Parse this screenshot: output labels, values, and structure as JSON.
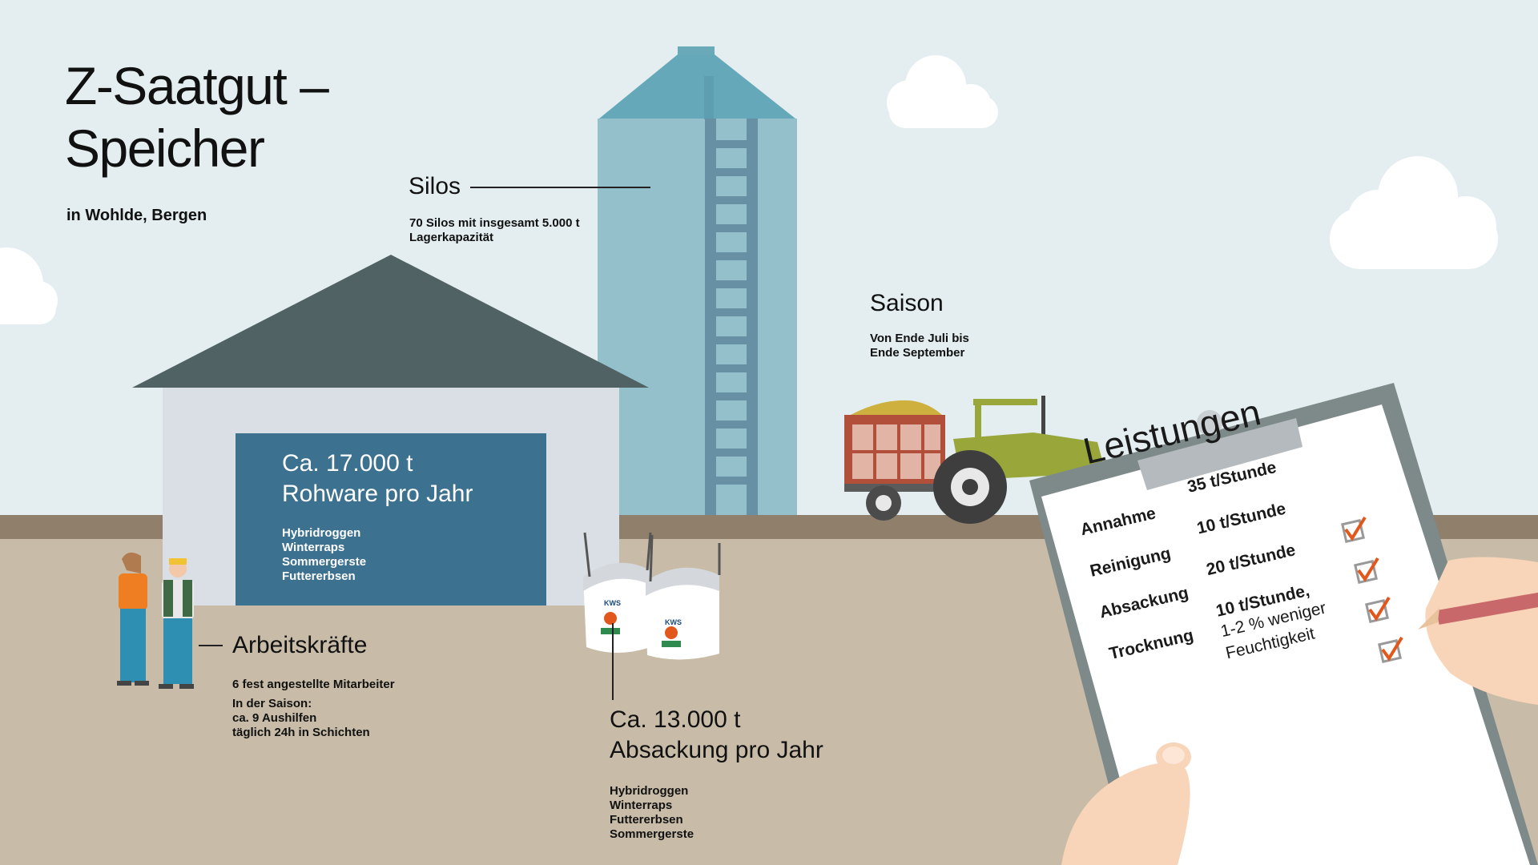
{
  "title": {
    "line1": "Z-Saatgut –",
    "line2": "Speicher"
  },
  "location": "in Wohlde, Bergen",
  "silos": {
    "heading": "Silos",
    "line1": "70 Silos mit insgesamt 5.000 t",
    "line2": "Lagerkapazität"
  },
  "saison": {
    "heading": "Saison",
    "line1": "Von Ende Juli bis",
    "line2": "Ende September"
  },
  "rohware": {
    "line1": "Ca. 17.000 t",
    "line2": "Rohware pro Jahr",
    "items": [
      "Hybridroggen",
      "Winterraps",
      "Sommergerste",
      "Futtererbsen"
    ]
  },
  "arbeitskraefte": {
    "heading": "Arbeitskräfte",
    "line1": "6 fest angestellte Mitarbeiter",
    "line2": "In der Saison:",
    "line3": "ca. 9 Aushilfen",
    "line4": "täglich 24h in Schichten"
  },
  "absackung": {
    "line1": "Ca. 13.000 t",
    "line2": "Absackung pro Jahr",
    "items": [
      "Hybridroggen",
      "Winterraps",
      "Futtererbsen",
      "Sommergerste"
    ]
  },
  "bag_label": "KWS",
  "leistungen": {
    "title": "Leistungen",
    "rows": [
      {
        "label": "Annahme",
        "value": "35 t/Stunde"
      },
      {
        "label": "Reinigung",
        "value": "10 t/Stunde"
      },
      {
        "label": "Absackung",
        "value": "20 t/Stunde"
      },
      {
        "label": "Trocknung",
        "value": "10 t/Stunde,",
        "note1": "1-2 % weniger",
        "note2": "Feuchtigkeit"
      }
    ]
  },
  "colors": {
    "sky": "#e4eef1",
    "ground": "#c8bca8",
    "warehouse_door": "#3d7190",
    "silo": "#93c0cb",
    "accent_orange": "#e2571c",
    "tractor_green": "#99a63a"
  }
}
